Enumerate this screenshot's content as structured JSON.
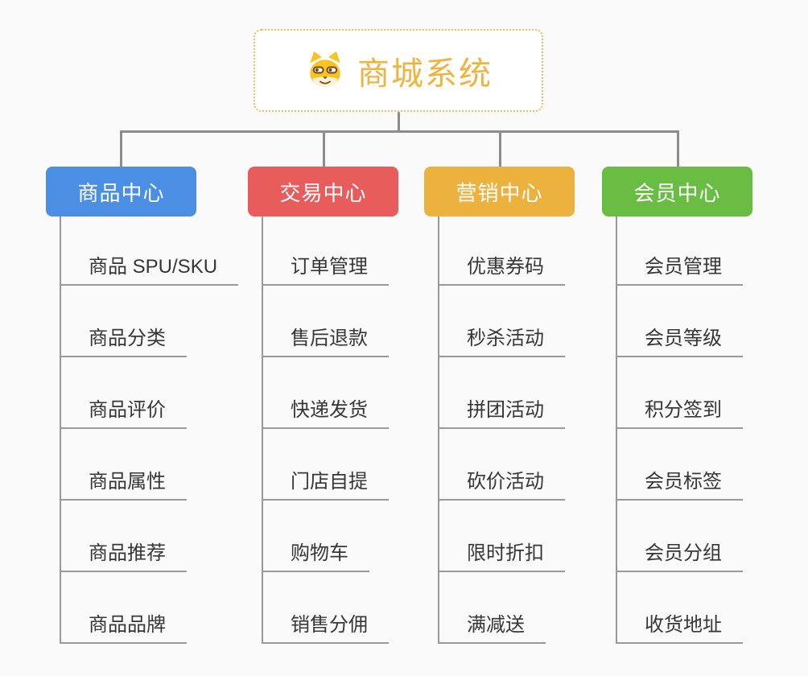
{
  "root": {
    "title": "商城系统",
    "icon": "dog-icon",
    "border_color": "#f6b95a",
    "text_color": "#f0b340",
    "background": "#ffffff"
  },
  "connectors": {
    "color": "#8c8c8c",
    "leaf_line_color": "#999999"
  },
  "page": {
    "background": "#fafafa",
    "leaf_text_color": "#363636"
  },
  "branches": [
    {
      "label": "商品中心",
      "color": "#4a8fe3",
      "children": [
        "商品 SPU/SKU",
        "商品分类",
        "商品评价",
        "商品属性",
        "商品推荐",
        "商品品牌"
      ]
    },
    {
      "label": "交易中心",
      "color": "#e85c5c",
      "children": [
        "订单管理",
        "售后退款",
        "快递发货",
        "门店自提",
        "购物车",
        "销售分佣"
      ]
    },
    {
      "label": "营销中心",
      "color": "#edb23d",
      "children": [
        "优惠券码",
        "秒杀活动",
        "拼团活动",
        "砍价活动",
        "限时折扣",
        "满减送"
      ]
    },
    {
      "label": "会员中心",
      "color": "#69bd43",
      "children": [
        "会员管理",
        "会员等级",
        "积分签到",
        "会员标签",
        "会员分组",
        "收货地址"
      ]
    }
  ]
}
